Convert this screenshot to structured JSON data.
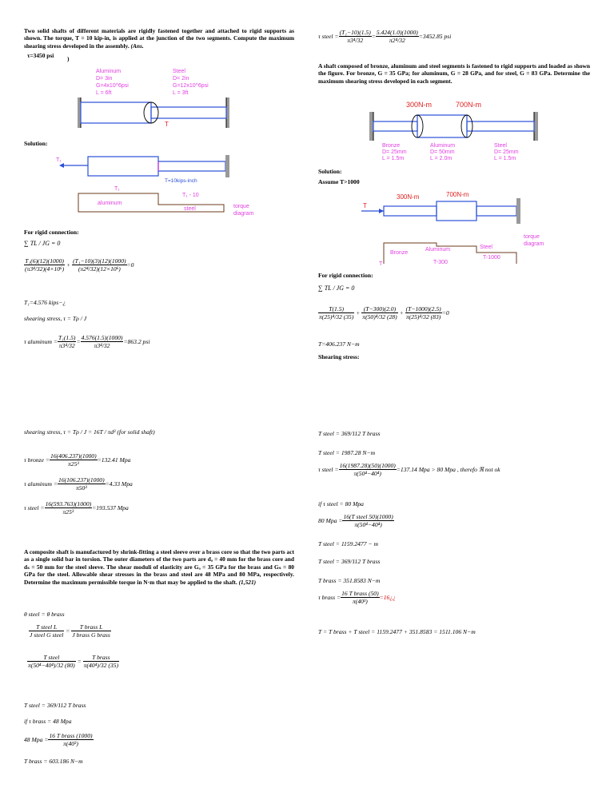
{
  "problem1": {
    "text": "Two solid shafts of different materials are rigidly fastened together and attached to rigid supports as shown.  The torque, T = 10 kip-in, is applied at the junction of the two segments.  Compute the maximum shearing stress developed in the assembly.",
    "ans_prefix": "(Ans.",
    "ans_value": "τ=3450 psi",
    "ans_suffix": ")",
    "fig": {
      "aluminum": [
        "Aluminum",
        "D= 3in",
        "G=4x10^6psi",
        "L = 6ft"
      ],
      "steel": [
        "Steel",
        "D= 2in",
        "G=12x10^6psi",
        "L = 3ft"
      ],
      "torque": "T"
    },
    "solution_label": "Solution:",
    "fbd": {
      "t1": "T₁",
      "t1_below": "T₁",
      "applied": "T=10kips-inch",
      "t1_minus": "T₁ - 10",
      "aluminum": "aluminum",
      "steel": "steel",
      "diagram": [
        "torque",
        "diagram"
      ]
    },
    "rigid": "For rigid connection:",
    "eq_sum": "∑ TL / JG = 0",
    "eq_main_t1": "T₁(6)(12)(1000)",
    "eq_main_d1": "(π3⁴/32)(4×10⁶)",
    "eq_main_t2": "(T₁−10)(3)(12)(1000)",
    "eq_main_d2": "(π2⁴/32)(12×10⁶)",
    "eq_zero": "=0",
    "t1_result": "T₁=4.576 kips−¿",
    "shear_formula": "shearing stress, τ = Tρ / J",
    "al_lhs": "τ aluminum =",
    "al_num1": "T₁(1.5)",
    "al_den1": "π3⁴/32",
    "al_num2": "4.576(1.5)(1000)",
    "al_den2": "π3⁴/32",
    "al_result": "=863.2 psi",
    "steel_lhs": "τ steel =",
    "steel_num1": "(T₁−10)(1.5)",
    "steel_den1": "π3⁴/32",
    "steel_num2": "5.424(1.0)(1000)",
    "steel_den2": "π2⁴/32",
    "steel_result": "=3452.85 psi"
  },
  "problem2": {
    "text": "A shaft composed of bronze, aluminum and steel segments is fastened to rigid supports and loaded as shown the figure.  For bronze, G = 35 GPa; for aluminum, G = 28 GPa, and for steel, G = 83 GPa.  Determine the maximum shearing stress developed in each segment.",
    "fig": {
      "t300": "300N-m",
      "t700": "700N-m",
      "bronze": [
        "Bronze",
        "D= 25mm",
        "L = 1.5m"
      ],
      "aluminum": [
        "Aluminum",
        "D= 50mm",
        "L = 2.0m"
      ],
      "steel": [
        "Steel",
        "D= 25mm",
        "L = 1.5m"
      ]
    },
    "solution_label": "Solution:",
    "assume": "Assume T>1000",
    "fbd": {
      "t300": "300N-m",
      "t700": "700N-m",
      "t": "T",
      "t_below": "T",
      "bronze": "Bronze",
      "aluminum": "Aluminum",
      "steel": "Steel",
      "t_minus_300": "T-300",
      "t_minus_1000": "T-1000",
      "diagram": [
        "torque",
        "diagram"
      ]
    },
    "rigid": "For rigid connection:",
    "eq_sum": "∑ TL / JG = 0",
    "eq_n1": "T(1.5)",
    "eq_d1": "π(25)⁴/32 (35)",
    "eq_n2": "(T−300)(2.0)",
    "eq_d2": "π(50)⁴/32 (28)",
    "eq_n3": "(T−1000)(2.5)",
    "eq_d3": "π(25)⁴/32 (83)",
    "eq_zero": "=0",
    "t_result": "T=406.237 N−m",
    "shear_label": "Shearing stress:",
    "shear_formula": "shearing stress, τ = Tρ / J = 16T / πd³ (for solid shaft)",
    "bronze_lhs": "τ bronze =",
    "bronze_num": "16(406.237)(1000)",
    "bronze_den": "π25³",
    "bronze_res": "=132.41 Mpa",
    "al_lhs": "τ aluminum =",
    "al_num": "16(106.237)(1000)",
    "al_den": "π50³",
    "al_res": "=4.33 Mpa",
    "steel_lhs": "τ steel =",
    "steel_num": "16(593.763)(1000)",
    "steel_den": "π25³",
    "steel_res": "=193.537 Mpa"
  },
  "problem3": {
    "text": "A composite shaft is manufactured by shrink-fitting a steel sleeve over a brass core so that the two parts act as a single solid bar in torsion.  The outer diameters of the two parts are  dₐ = 40 mm for the brass core and dₛ = 50 mm for the steel sleeve.  The shear moduli of elasticity are Gₐ = 35 GPa for the brass and Gₛ = 80 GPa for the steel.  Allowable shear stresses in the brass and steel are 48 MPa and 80 MPa, respectively.  Determine the maximum permissible torque in N·m that may be applied to the shaft.",
    "ans": "(1,521)",
    "theta": "θ steel = θ brass",
    "eq1_n1": "T steel L",
    "eq1_d1": "J steel G steel",
    "eq1_n2": "T brass L",
    "eq1_d2": "J brass G brass",
    "eq2_n1": "T steel",
    "eq2_d1": "π(50⁴−40⁴)/32 (80)",
    "eq2_n2": "T brass",
    "eq2_d2": "π(40⁴)/32 (35)",
    "tsteel": "T steel = 369/112 T brass",
    "if_brass": "if τ brass = 48 Mpa",
    "mpa48_lhs": "48 Mpa =",
    "mpa48_num": "16 T brass (1000)",
    "mpa48_den": "π(40³)",
    "tbrass": "T brass = 603.186 N−m",
    "r_tsteel": "T steel = 369/112 T brass",
    "r_tsteel_val": "T steel = 1987.28 N−m",
    "r_tau_lhs": "τ steel =",
    "r_tau_num": "16(1987.28)(50)(1000)",
    "r_tau_den": "π(50⁴−40⁴)",
    "r_tau_res": "=137.14 Mpa > 80 Mpa , therefo ℜ not ok",
    "if_steel": "if τ steel = 80 Mpa",
    "mpa80_lhs": "80 Mpa =",
    "mpa80_num": "16(T steel 50)(1000)",
    "mpa80_den": "π(50⁴−40⁴)",
    "tsteel_val": "T steel = 1159.2477 − m",
    "tsteel_ratio": "T steel = 369/112 T brass",
    "tbrass_val": "T brass = 351.8583 N−m",
    "tau_brass_lhs": "τ brass =",
    "tau_brass_num": "16 T brass (50)",
    "tau_brass_den": "π(40³)",
    "tau_brass_res": "=16¿¿",
    "total": "T = T brass + T steel = 1159.2477 + 351.8583 = 1511.106 N−m"
  }
}
